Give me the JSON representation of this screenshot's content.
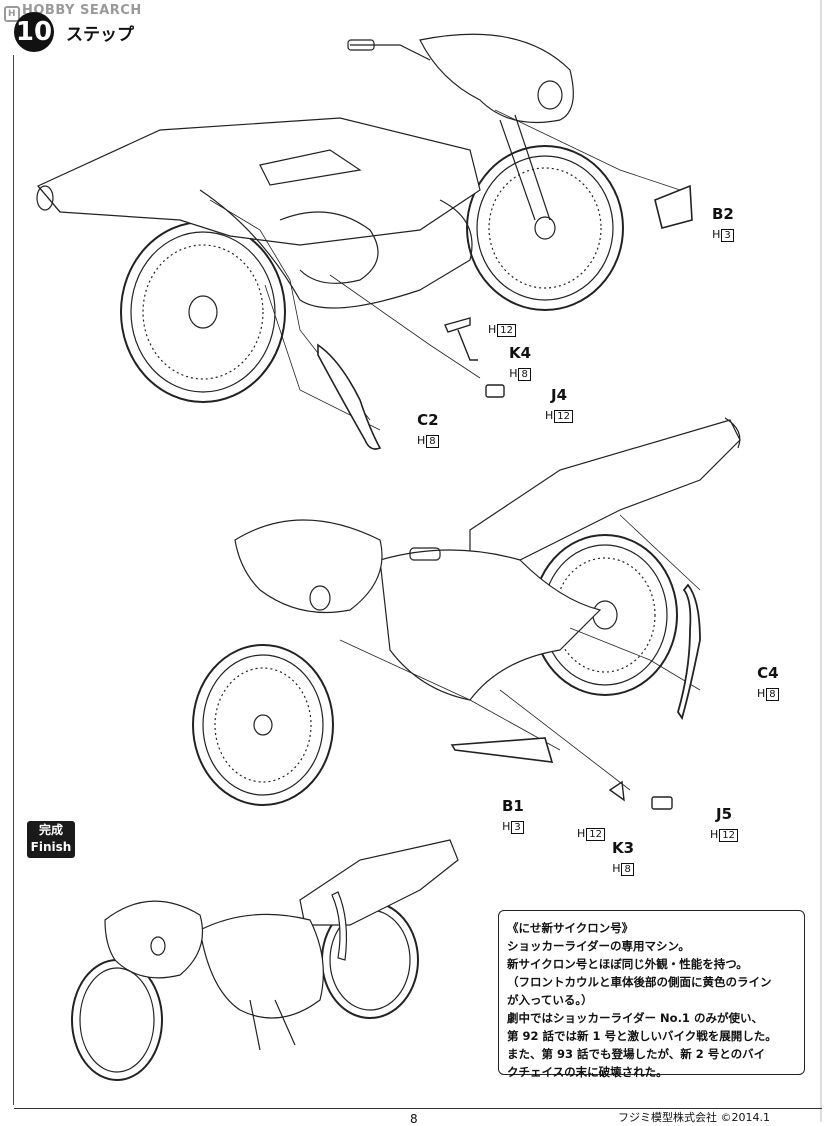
{
  "watermark": {
    "text": "HOBBY SEARCH",
    "logo_letter": "H"
  },
  "step": {
    "number": "10",
    "title": "ステップ"
  },
  "parts": [
    {
      "code": "B2",
      "sprue": "H",
      "num": "3"
    },
    {
      "code": "K4",
      "sprue": "H",
      "num": "8"
    },
    {
      "code": "J4",
      "sprue": "H",
      "num": "12"
    },
    {
      "code": "C2",
      "sprue": "H",
      "num": "8"
    },
    {
      "code": "C4",
      "sprue": "H",
      "num": "8"
    },
    {
      "code": "B1",
      "sprue": "H",
      "num": "3"
    },
    {
      "code": "J5",
      "sprue": "H",
      "num": "12"
    },
    {
      "code": "K3",
      "sprue": "H",
      "num": "8"
    }
  ],
  "loose_refs": [
    {
      "sprue": "H",
      "num": "12"
    },
    {
      "sprue": "H",
      "num": "12"
    }
  ],
  "finish": {
    "jp": "完成",
    "en": "Finish"
  },
  "description": {
    "title": "《にせ新サイクロン号》",
    "lines": [
      "ショッカーライダーの専用マシン。",
      "新サイクロン号とほぼ同じ外観・性能を持つ。",
      "（フロントカウルと車体後部の側面に黄色のライン",
      "が入っている。）",
      "劇中ではショッカーライダー No.1 のみが使い、",
      "第 92 話では新 1 号と激しいバイク戦を展開した。",
      "また、第 93 話でも登場したが、新 2 号とのバイ",
      "クチェイスの末に破壊された。"
    ]
  },
  "footer": {
    "page": "8",
    "copyright": "フジミ模型株式会社 ©2014.1"
  }
}
